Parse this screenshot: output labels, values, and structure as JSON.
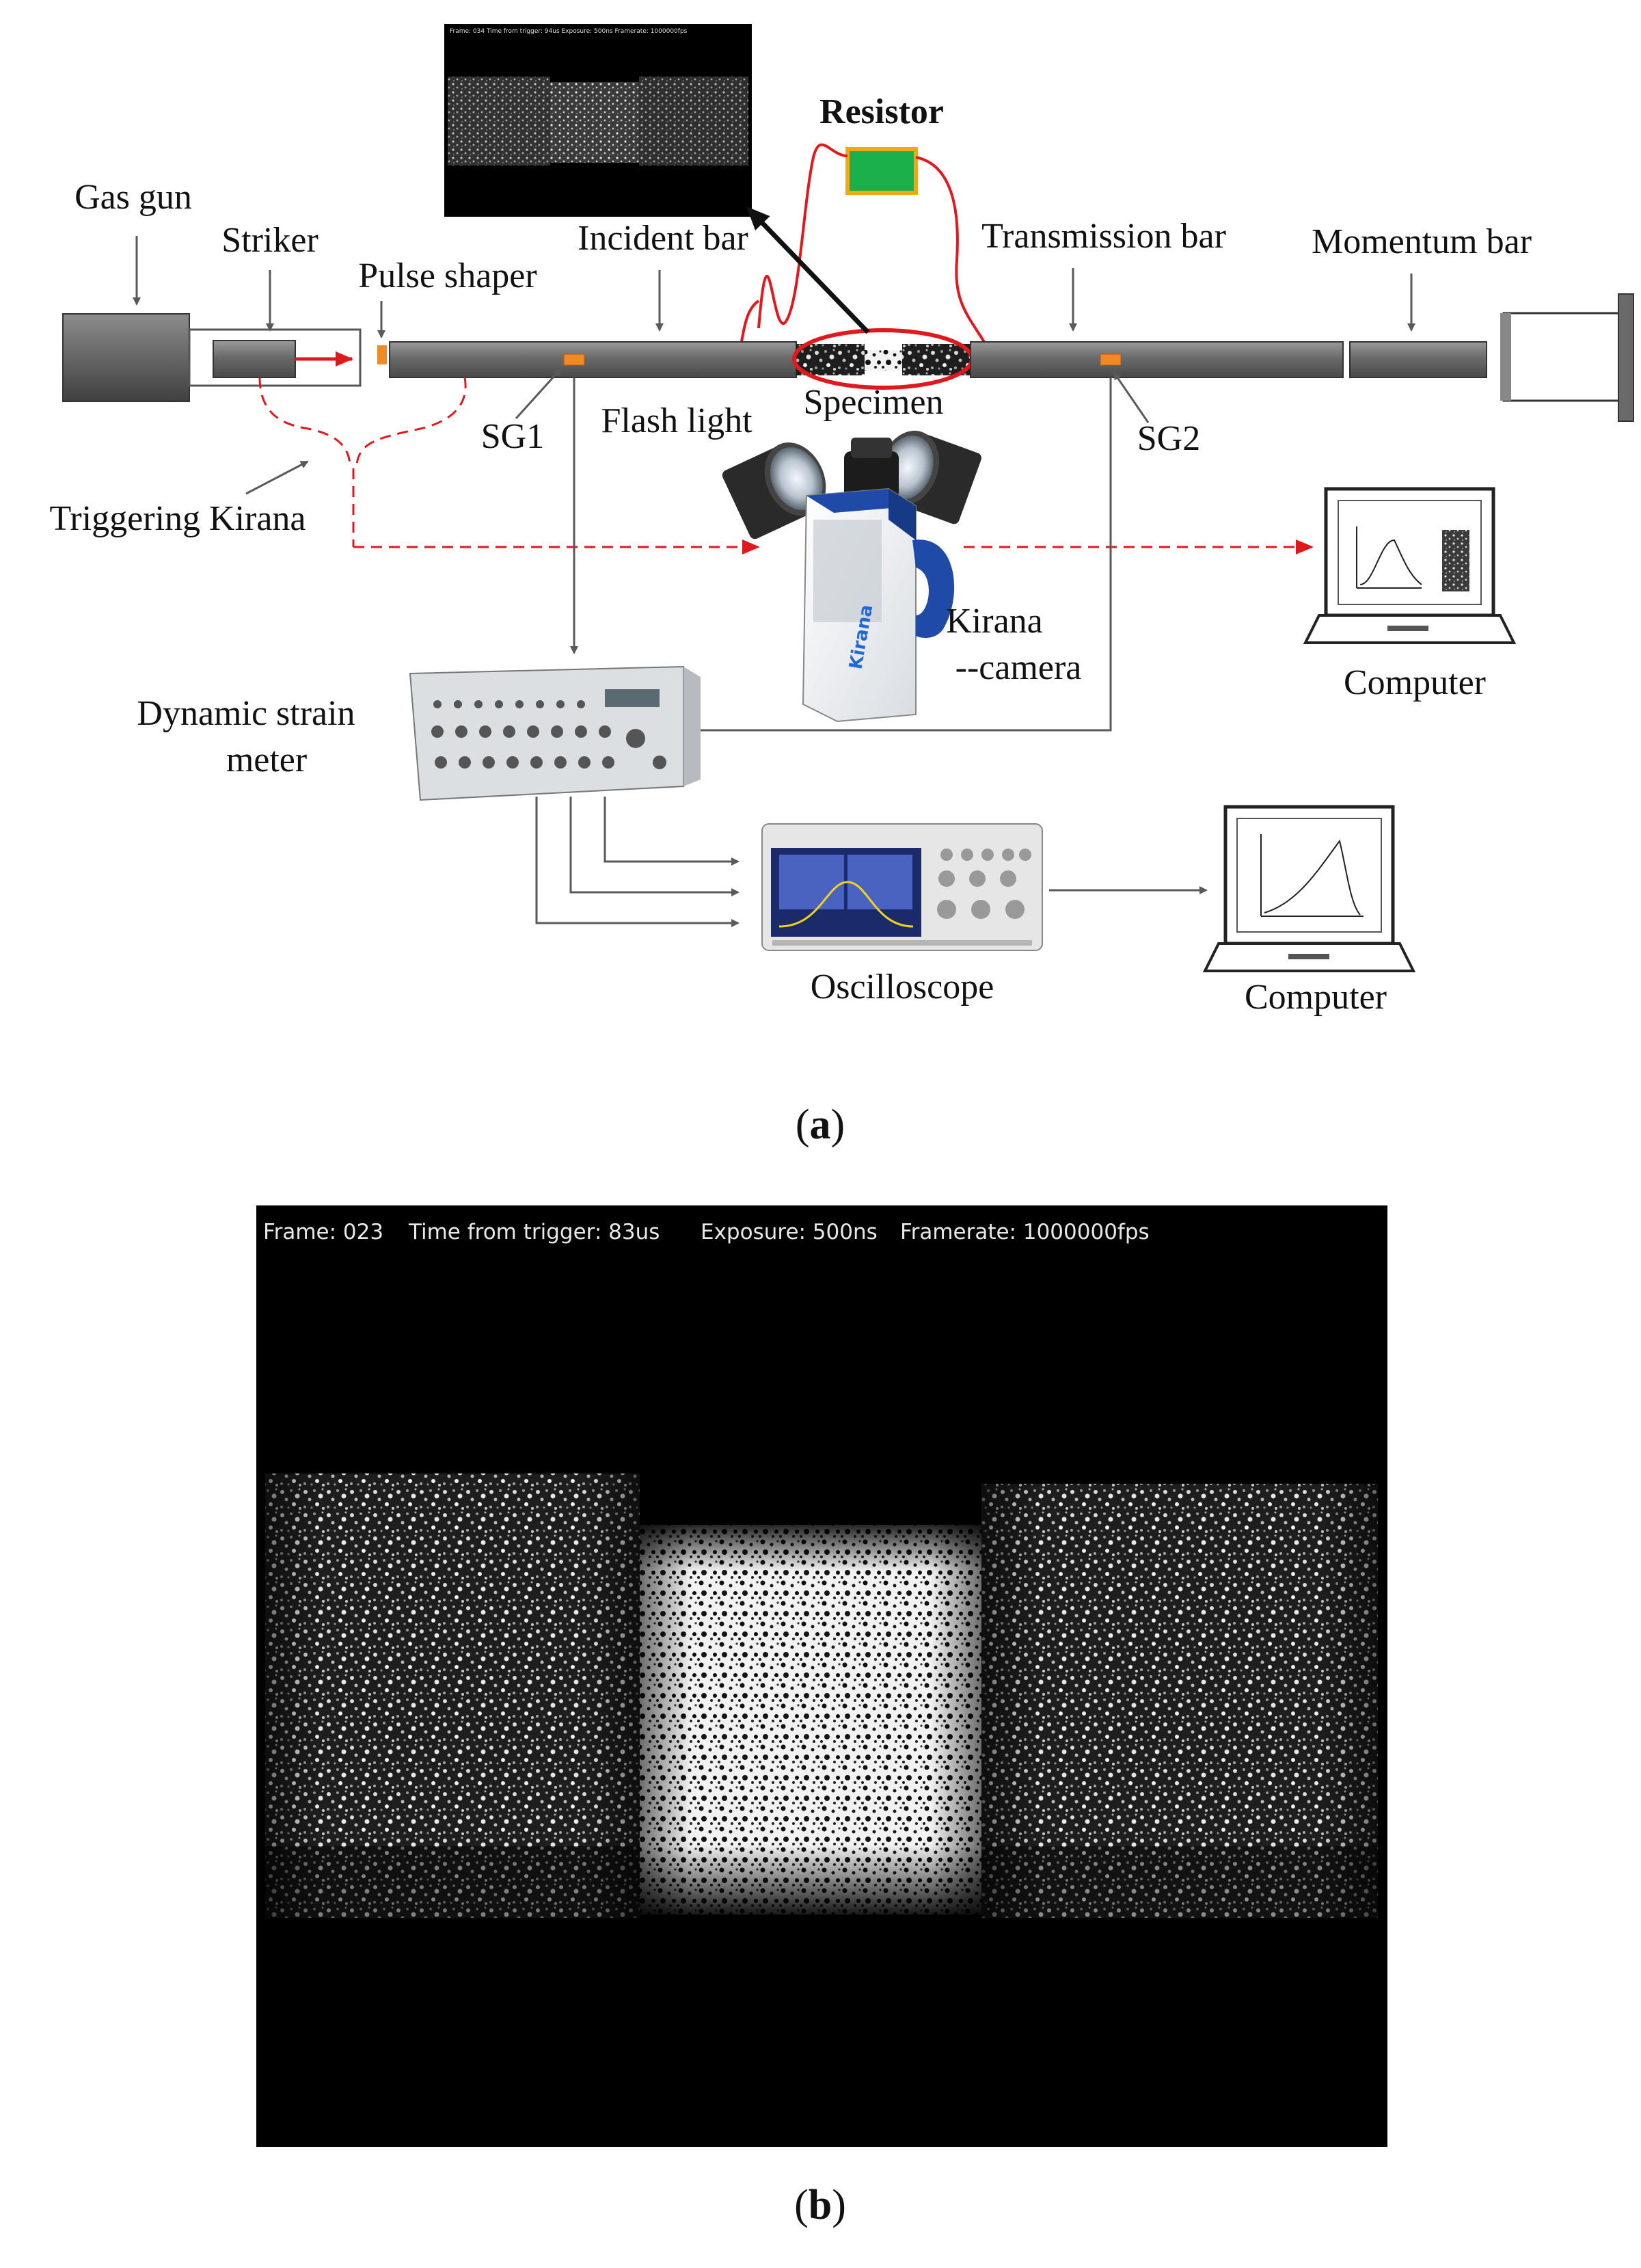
{
  "panel_a": {
    "caption": "(a)",
    "caption_open": "(",
    "caption_letter": "a",
    "caption_close": ")",
    "labels": {
      "gas_gun": "Gas gun",
      "striker": "Striker",
      "pulse_shaper": "Pulse shaper",
      "incident_bar": "Incident bar",
      "transmission_bar": "Transmission bar",
      "momentum_bar": "Momentum bar",
      "resistor": "Resistor",
      "specimen": "Specimen",
      "flash_light": "Flash light",
      "sg1": "SG1",
      "sg2": "SG2",
      "triggering_kirana": "Triggering Kirana",
      "kirana_line1": "Kirana",
      "kirana_line2": "--camera",
      "computer_top": "Computer",
      "dynamic_strain_line1": "Dynamic strain",
      "dynamic_strain_line2": "meter",
      "oscilloscope": "Oscilloscope",
      "computer_bottom": "Computer",
      "camera_brand": "Kirana"
    },
    "thumbnail_header": "Frame: 034   Time from trigger: 94us   Exposure: 500ns   Framerate: 1000000fps",
    "colors": {
      "bar": "#6d6d6d",
      "strain_gauge": "#f08a24",
      "resistor": "#1bb04a",
      "wire": "#e0191e",
      "trigger": "#e0191e",
      "arrow": "#5a5a5a"
    }
  },
  "panel_b": {
    "caption": "(b)",
    "caption_open": "(",
    "caption_letter": "b",
    "caption_close": ")",
    "header": {
      "frame": "Frame: 023",
      "time": "Time from trigger: 83us",
      "exposure": "Exposure: 500ns",
      "framerate": "Framerate: 1000000fps"
    },
    "background": "#000000"
  }
}
